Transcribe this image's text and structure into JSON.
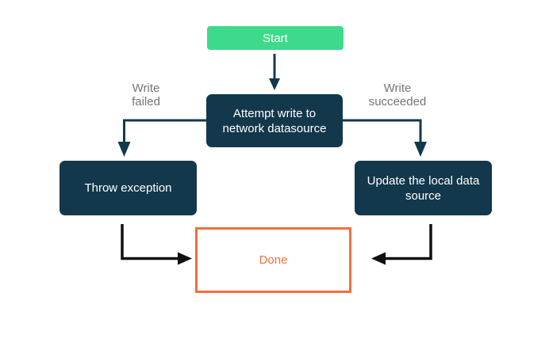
{
  "diagram": {
    "type": "flowchart",
    "background_color": "#ffffff",
    "nodes": {
      "start": {
        "label": "Start",
        "fill": "#3eda8b",
        "text_color": "#ffffff",
        "shape": "rounded-rect"
      },
      "attempt_write": {
        "label": "Attempt write to\nnetwork datasource",
        "fill": "#13384b",
        "text_color": "#ffffff",
        "shape": "rounded-rect"
      },
      "throw_exception": {
        "label": "Throw exception",
        "fill": "#13384b",
        "text_color": "#ffffff",
        "shape": "rounded-rect"
      },
      "update_local_data_source": {
        "label": "Update the local data\nsource",
        "fill": "#13384b",
        "text_color": "#ffffff",
        "shape": "rounded-rect"
      },
      "done": {
        "label": "Done",
        "fill": "#ffffff",
        "border_color": "#f2703d",
        "text_color": "#f2703d",
        "shape": "rect"
      }
    },
    "edges": {
      "start_to_attempt": {
        "from": "start",
        "to": "attempt_write",
        "color": "#13384b"
      },
      "attempt_to_throw": {
        "from": "attempt_write",
        "to": "throw_exception",
        "label": "Write\nfailed",
        "color": "#13384b"
      },
      "attempt_to_update": {
        "from": "attempt_write",
        "to": "update_local_data_source",
        "label": "Write\nsucceeded",
        "color": "#13384b"
      },
      "throw_to_done": {
        "from": "throw_exception",
        "to": "done",
        "color": "#111111"
      },
      "update_to_done": {
        "from": "update_local_data_source",
        "to": "done",
        "color": "#111111"
      }
    },
    "edge_label_color": "#757575"
  }
}
